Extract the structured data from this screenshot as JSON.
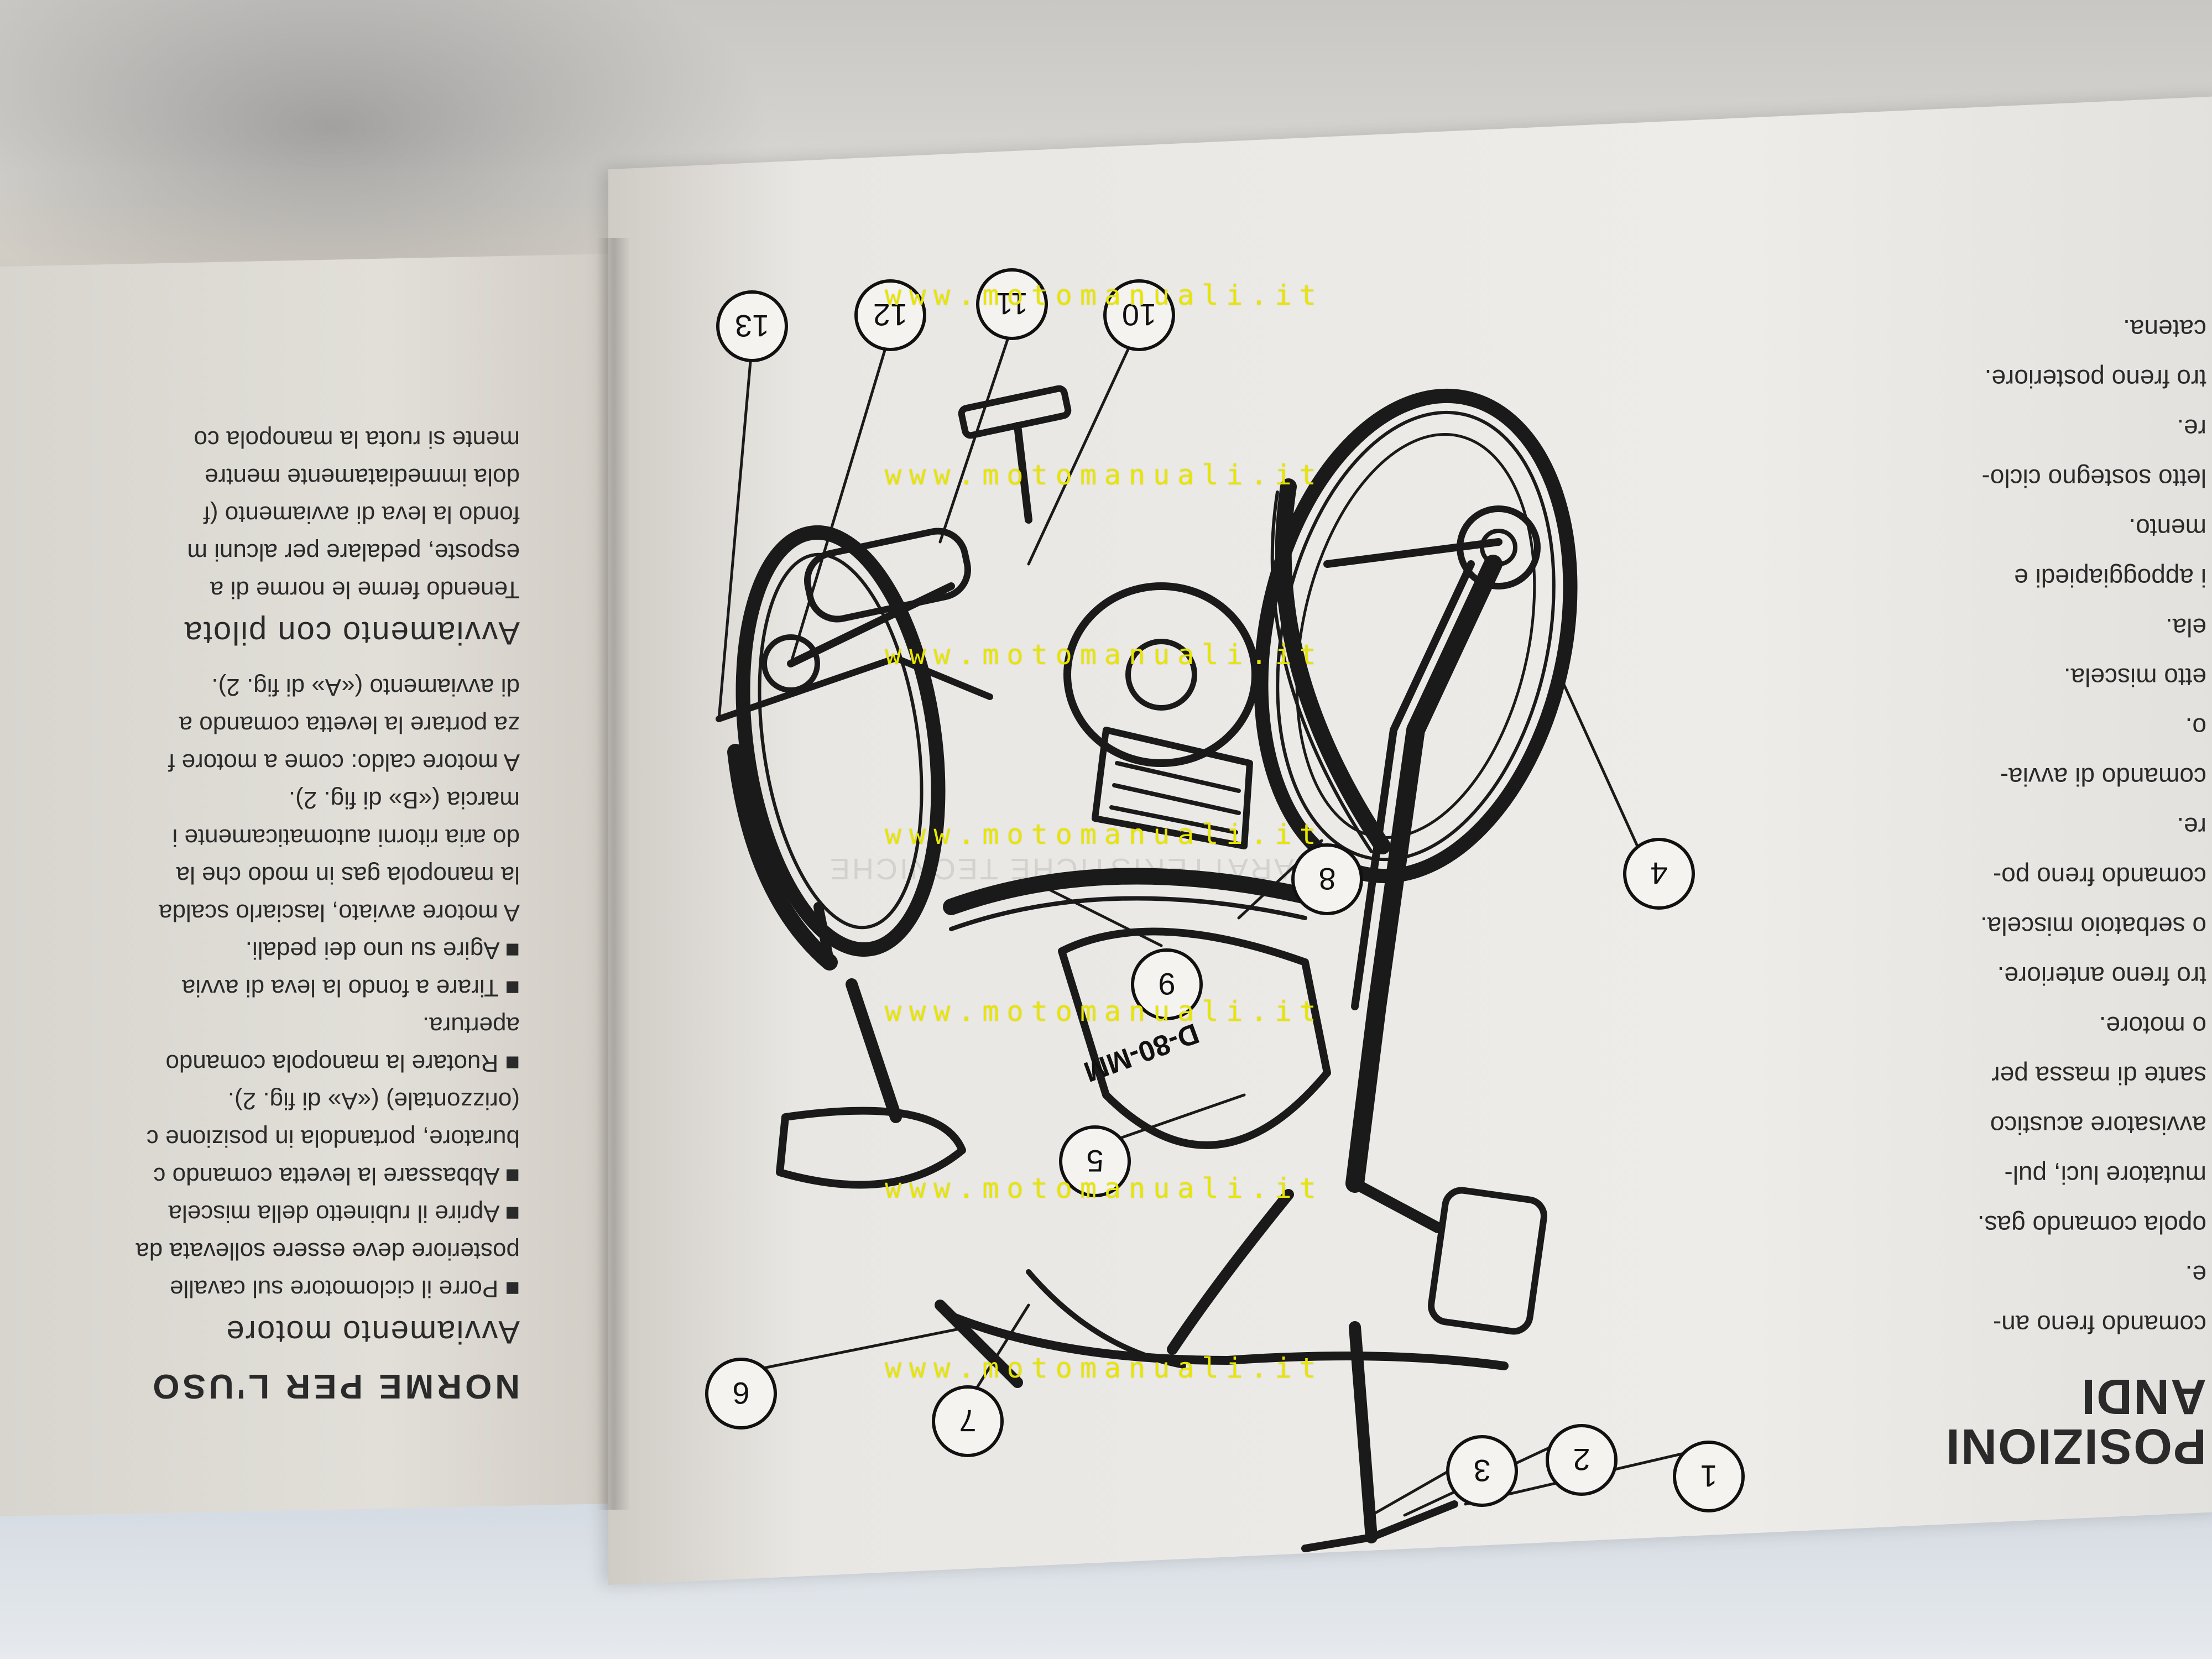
{
  "left_page": {
    "heading": "NORME PER L'USO",
    "section1_title": "Avviamento motore",
    "section1_lines": [
      "■ Porre il ciclomotore sul cavalle",
      "posteriore deve essere sollevata da",
      "■ Aprire il rubinetto della miscela",
      "■ Abbassare la levetta comando c",
      "buratore, portandola in posizione c",
      "(orizzontale) («A» di fig. 2).",
      "■ Ruotare la manopola comando",
      "apertura.",
      "■ Tirare a fondo la leva di avvia",
      "■ Agire su uno dei pedali.",
      "A motore avviato, lasciarlo scalda",
      "la manopola gas in modo che la",
      "do aria ritorni automaticamente i",
      "marcia («B» di fig. 2).",
      "A motore caldo: come a motore f",
      "za portare la levetta comando a",
      "di avviamento («A» di fig. 2)."
    ],
    "section2_title": "Avviamento con pilota",
    "section2_lines": [
      "Tenendo ferme le norme di a",
      "esposte, pedalare per alcuni m",
      "fondo la leva di avviamento (f",
      "dola immediatamente mentre",
      "mente si ruota la manopola co"
    ]
  },
  "right_page": {
    "heading_lines": [
      "POSIZIONI",
      "ANDI"
    ],
    "lines": [
      "comando freno an-",
      "e.",
      "opola comando gas.",
      "mutatore luci, pul-",
      "avvisatore acustico",
      "sante di massa per",
      "o motore.",
      "tro freno anteriore.",
      "o serbatoio miscela.",
      "comando freno po-",
      "re.",
      "comando di avvia-",
      "o.",
      "etto miscela.",
      "ela.",
      "i appoggiapiedi e",
      "mento.",
      "letto sostegno ciclo-",
      "re.",
      "tro freno posteriore.",
      "catena."
    ]
  },
  "ghost_heading": "CARATTERISTICHE TECNICHE",
  "watermark_text": "www.motomanuali.it",
  "callouts": [
    "1",
    "2",
    "3",
    "4",
    "5",
    "6",
    "7",
    "8",
    "9",
    "10",
    "11",
    "12",
    "13"
  ],
  "tank_logo": "D-80-MM"
}
